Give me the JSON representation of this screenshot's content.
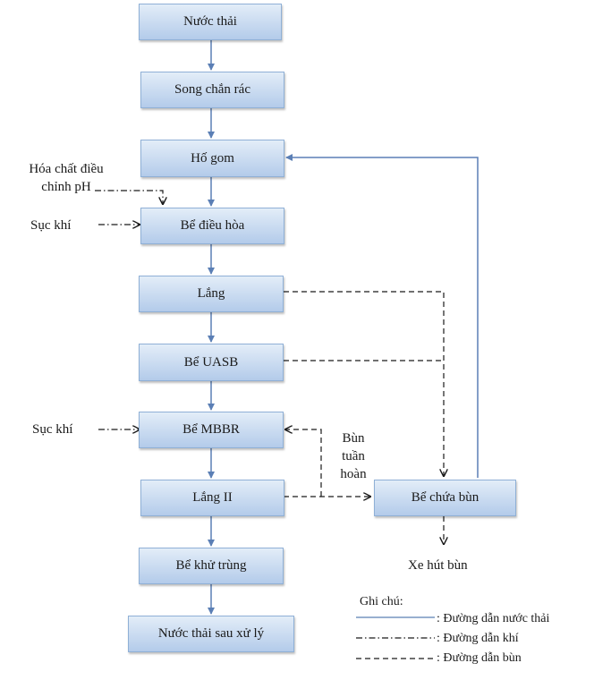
{
  "nodes": {
    "nuoc_thai": "Nước thải",
    "song_chan_rac": "Song chắn rác",
    "ho_gom": "Hố gom",
    "be_dieu_hoa": "Bể điều hòa",
    "lang": "Lắng",
    "be_uasb": "Bể UASB",
    "be_mbbr": "Bể MBBR",
    "lang_ii": "Lắng II",
    "be_khu_trung": "Bể khử trùng",
    "nuoc_thai_sau_xu_ly": "Nước thải sau xử lý",
    "be_chua_bun": "Bể chứa bùn"
  },
  "labels": {
    "hoa_chat_line1": "Hóa chất điều",
    "hoa_chat_line2": "chỉnh pH",
    "suc_khi_1": "Sục khí",
    "suc_khi_2": "Sục khí",
    "bun_line1": "Bùn",
    "bun_line2": "tuần",
    "bun_line3": "hoàn",
    "xe_hut_bun": "Xe hút bùn"
  },
  "legend": {
    "title": "Ghi chú:",
    "items": [
      {
        "line_style": "solid",
        "label": ": Đường dẫn nước thải"
      },
      {
        "line_style": "dash-dot",
        "label": ": Đường dẫn khí"
      },
      {
        "line_style": "dashed",
        "label": ": Đường dẫn bùn"
      }
    ]
  },
  "colors": {
    "water_line": "#5b7fb5",
    "box_border": "#8fb0d6",
    "box_fill_top": "#e3edf8",
    "box_fill_bottom": "#b3cbea",
    "air_sludge_line": "#1a1a1a"
  }
}
